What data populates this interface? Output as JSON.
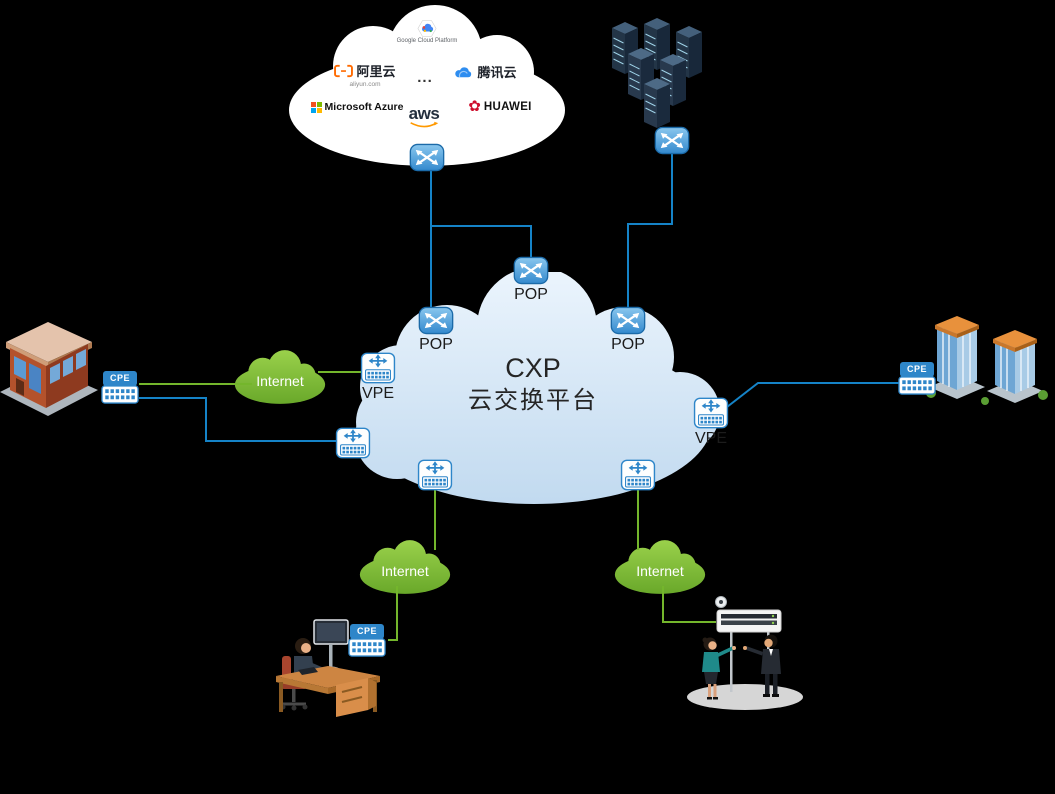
{
  "provider_cloud": {
    "gcp_label": "Google Cloud Platform",
    "aliyun_label": "阿里云",
    "aliyun_sub": "aliyun.com",
    "ellipsis": "...",
    "tencent_label": "腾讯云",
    "azure_label": "Microsoft Azure",
    "aws_label": "aws",
    "huawei_label": "HUAWEI"
  },
  "cxp_cloud": {
    "title": "CXP",
    "subtitle": "云交换平台"
  },
  "labels": {
    "pop_top": "POP",
    "pop_left": "POP",
    "pop_right": "POP",
    "vpe_left": "VPE",
    "vpe_right": "VPE"
  },
  "internet": {
    "left": "Internet",
    "bottom_left": "Internet",
    "bottom_right": "Internet"
  },
  "cpe": {
    "left": "CPE",
    "right": "CPE",
    "bottom": "CPE"
  },
  "colors": {
    "line_blue": "#1583c7",
    "line_green": "#74b62c",
    "node_blue": "#2e86c9",
    "cxp_cloud_fill": "#cde1f3",
    "internet_green": "#7cbf3f",
    "background": "#000000"
  }
}
